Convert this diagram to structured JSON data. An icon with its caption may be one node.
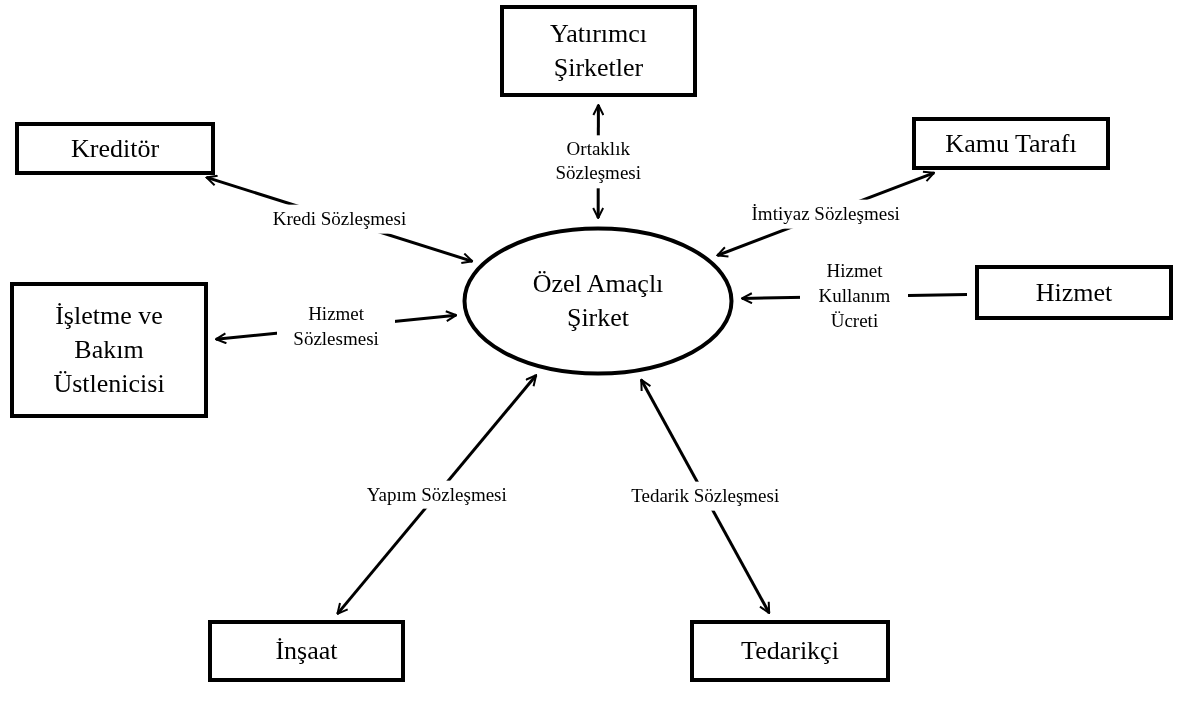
{
  "diagram": {
    "nodes": [
      {
        "text": [
          "Yatırımcı Şirketler"
        ]
      },
      {
        "text": [
          "Kreditör"
        ]
      },
      {
        "text": [
          "Kamu Tarafı"
        ]
      },
      {
        "text": [
          "İşletme ve Bakım Üstlenicisi"
        ]
      },
      {
        "text": [
          "Özel Amaçlı Şirket"
        ]
      },
      {
        "text": [
          "Hizmet"
        ]
      },
      {
        "text": [
          "İnşaat"
        ]
      },
      {
        "text": [
          "Tedarikçi"
        ]
      }
    ],
    "edges": [
      {
        "from": 4,
        "to": 0,
        "arrow": "both",
        "label": "Ortaklık Sözleşmesi"
      },
      {
        "from": 4,
        "to": 1,
        "arrow": "both",
        "label": "Kredi Sözleşmesi"
      },
      {
        "from": 4,
        "to": 2,
        "arrow": "both",
        "label": "İmtiyaz Sözleşmesi"
      },
      {
        "from": 4,
        "to": 3,
        "arrow": "both",
        "label": "Hizmet Sözlesmesi"
      },
      {
        "from": 5,
        "to": 4,
        "arrow": "to",
        "label": "Hizmet Kullanım Ücreti"
      },
      {
        "from": 4,
        "to": 6,
        "arrow": "both",
        "label": "Yapım Sözleşmesi"
      },
      {
        "from": 4,
        "to": 7,
        "arrow": "both",
        "label": "Tedarik Sözleşmesi"
      }
    ]
  }
}
